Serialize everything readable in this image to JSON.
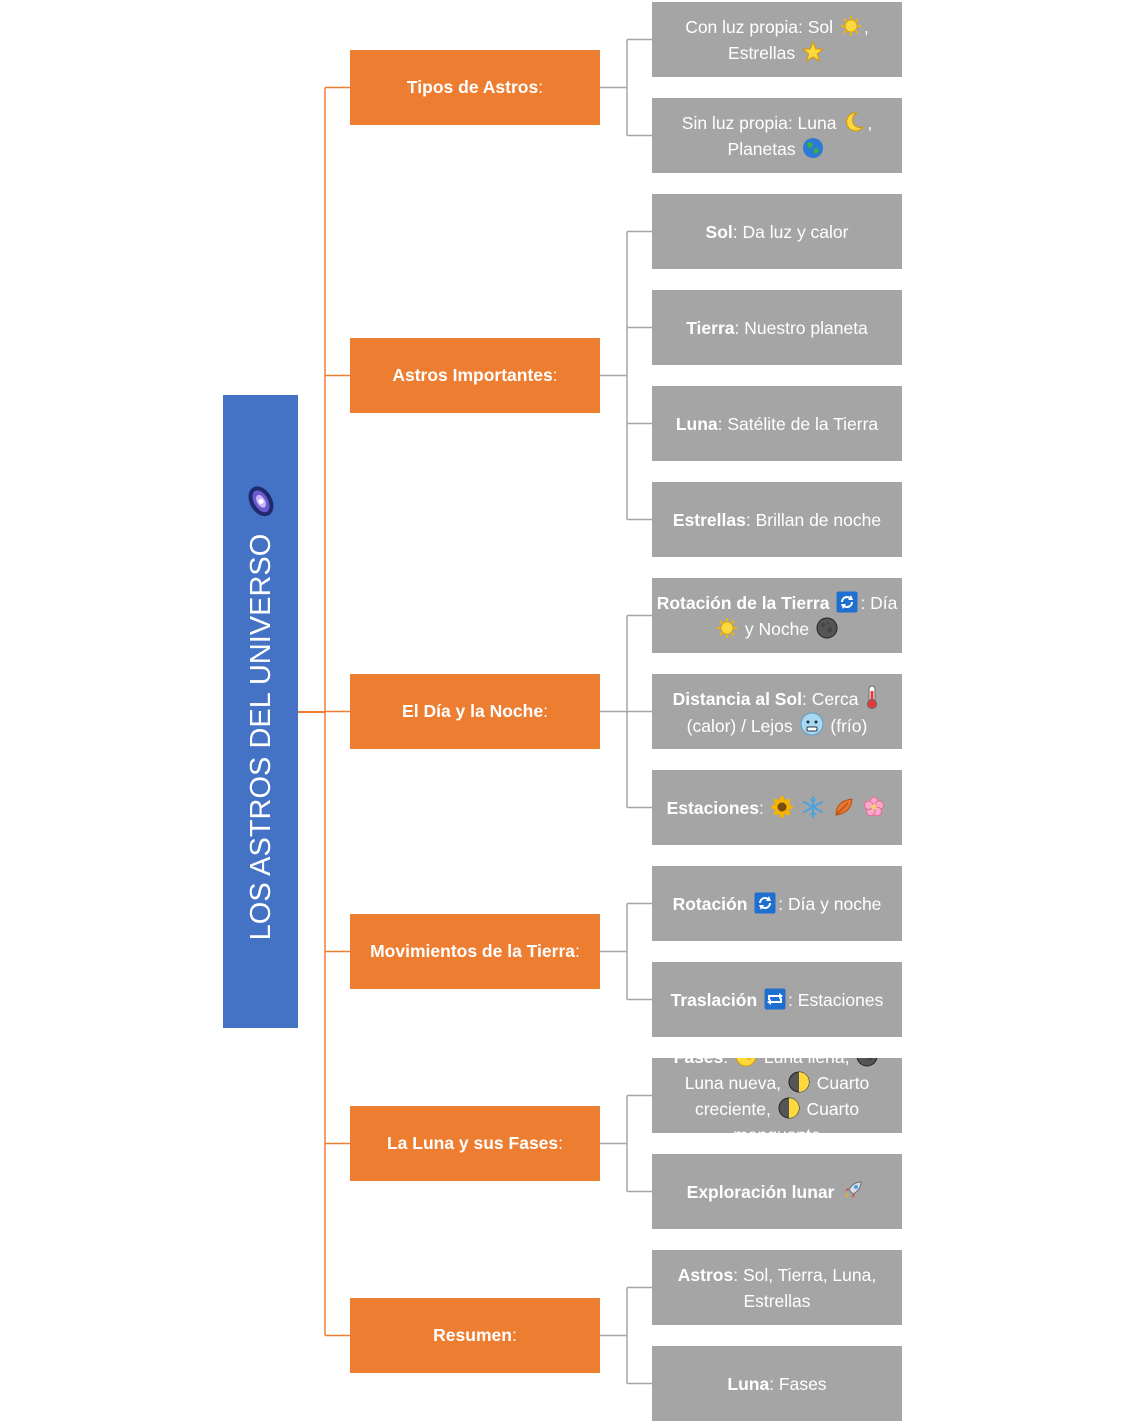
{
  "title": "LOS ASTROS DEL UNIVERSO",
  "categories": [
    {
      "label": "Tipos de Astros",
      "colon": ":",
      "leaves": [
        {
          "bold": "",
          "text": "Con luz propia: Sol [sun], Estrellas [star]"
        },
        {
          "bold": "",
          "text": "Sin luz propia: Luna [moon], Planetas [globe]"
        }
      ]
    },
    {
      "label": "Astros Importantes",
      "colon": ":",
      "leaves": [
        {
          "bold": "Sol",
          "text": ": Da luz y calor"
        },
        {
          "bold": "Tierra",
          "text": ": Nuestro planeta"
        },
        {
          "bold": "Luna",
          "text": ": Satélite de la Tierra"
        },
        {
          "bold": "Estrellas",
          "text": ": Brillan de noche"
        }
      ]
    },
    {
      "label": "El Día y la Noche",
      "colon": ":",
      "leaves": [
        {
          "bold": "Rotación de la Tierra [cycle]",
          "text": ": Día [sun] y Noche [newmoon]"
        },
        {
          "bold": "Distancia al Sol",
          "text": ": Cerca [thermo] (calor) / Lejos [cold] (frío)"
        },
        {
          "bold": "Estaciones",
          "text": ": [sunflower] [snowflake] [leaf] [blossom]"
        }
      ]
    },
    {
      "label": "Movimientos de la Tierra",
      "colon": ":",
      "leaves": [
        {
          "bold": "Rotación [cycle]",
          "text": ": Día y noche"
        },
        {
          "bold": "Traslación [repeat]",
          "text": ": Estaciones"
        }
      ]
    },
    {
      "label": "La Luna y sus Fases",
      "colon": ":",
      "leaves": [
        {
          "bold": "Fases",
          "text": ": [fullmoon] Luna llena, [newmoon] Luna nueva, [halfmoon] Cuarto creciente, [halfmoon] Cuarto menguante"
        },
        {
          "bold": "Exploración lunar [rocket]",
          "text": ""
        }
      ]
    },
    {
      "label": "Resumen",
      "colon": ":",
      "leaves": [
        {
          "bold": "Astros",
          "text": ": Sol, Tierra, Luna, Estrellas"
        },
        {
          "bold": "Luna",
          "text": ": Fases"
        }
      ]
    }
  ],
  "colors": {
    "root": "#4472c4",
    "category": "#ed7d31",
    "leaf": "#a5a5a5",
    "root_connector": "#ed7d31",
    "leaf_connector": "#a5a5a5"
  }
}
